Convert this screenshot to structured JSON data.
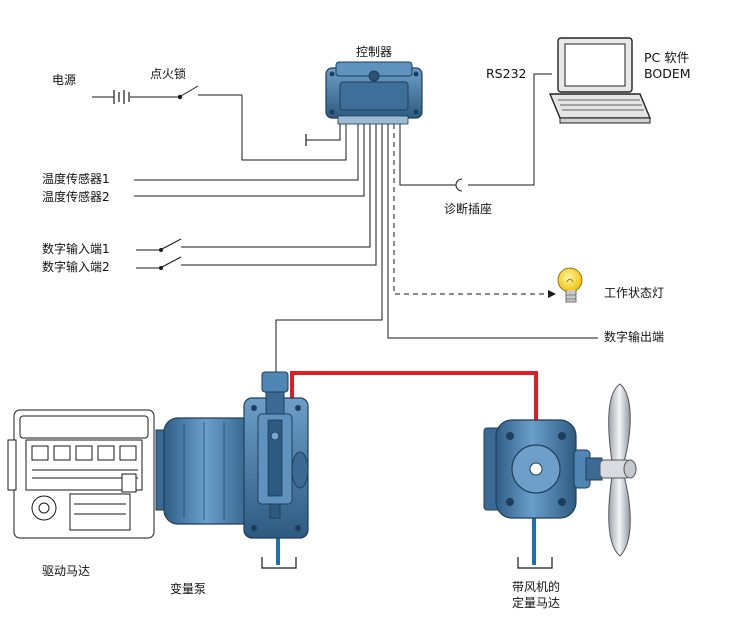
{
  "labels": {
    "controller": "控制器",
    "power": "电源",
    "ignition": "点火锁",
    "rs232": "RS232",
    "pc_software_line1": "PC 软件",
    "pc_software_line2": "BODEM",
    "temp_sensor_1": "温度传感器1",
    "temp_sensor_2": "温度传感器2",
    "diag_socket": "诊断插座",
    "digital_in_1": "数字输入端1",
    "digital_in_2": "数字输入端2",
    "status_lamp": "工作状态灯",
    "digital_out": "数字输出端",
    "drive_motor": "驱动马达",
    "variable_pump": "变量泵",
    "fan_motor_line1": "带风机的",
    "fan_motor_line2": "定量马达"
  },
  "colors": {
    "hydraulic_pressure": "#e31b23",
    "hydraulic_return": "#1f6fb8",
    "component_blue": "#4f86b4",
    "component_dark": "#2b5273"
  },
  "icons": [
    "controller-icon",
    "laptop-icon",
    "lamp-icon",
    "engine-icon",
    "pump-icon",
    "motor-icon",
    "fan-icon",
    "switch-icon",
    "ground-icon"
  ]
}
